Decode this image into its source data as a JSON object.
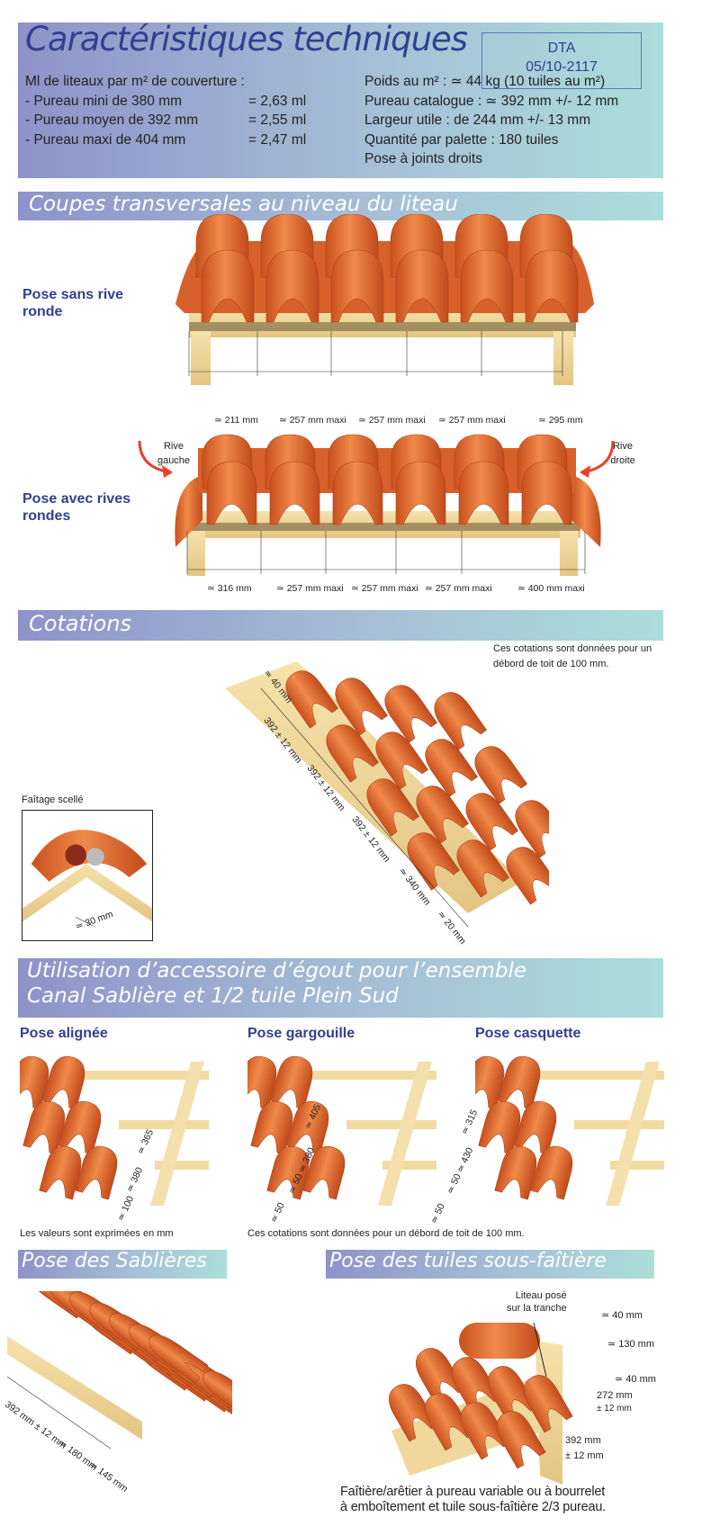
{
  "header": {
    "title": "Caractéristiques techniques",
    "dta_label": "DTA",
    "dta_number": "05/10-2117",
    "liteaux_heading": "Ml de liteaux par m² de couverture :",
    "liteaux": [
      {
        "label": "- Pureau mini de 380 mm",
        "value": "= 2,63 ml"
      },
      {
        "label": "- Pureau moyen de 392 mm",
        "value": "= 2,55 ml"
      },
      {
        "label": "- Pureau maxi de 404 mm",
        "value": "= 2,47 ml"
      }
    ],
    "specs": [
      "Poids au m² : ≃ 44 kg (10 tuiles au m²)",
      "Pureau catalogue : ≃ 392 mm +/- 12 mm",
      "Largeur utile : de 244 mm +/- 13 mm",
      "Quantité par palette : 180 tuiles",
      "Pose à joints droits"
    ]
  },
  "coupes": {
    "title": "Coupes transversales au niveau du liteau",
    "sans_rive": {
      "label": "Pose sans rive ronde",
      "dims": [
        "≃ 211 mm",
        "≃ 257 mm maxi",
        "≃ 257 mm maxi",
        "≃ 257 mm maxi",
        "≃ 295 mm"
      ]
    },
    "avec_rives": {
      "label": "Pose avec rives rondes",
      "rive_gauche": "Rive gauche",
      "rive_droite": "Rive droite",
      "dims": [
        "≃ 316 mm",
        "≃ 257 mm maxi",
        "≃ 257 mm maxi",
        "≃ 257 mm maxi",
        "≃ 400 mm maxi"
      ]
    }
  },
  "cotations": {
    "title": "Cotations",
    "note": "Ces cotations sont données pour un débord de toit de 100 mm.",
    "faitage_label": "Faîtage scellé",
    "faitage_dim": "≃ 30 mm",
    "dims": [
      "≃ 40 mm",
      "392 ± 12 mm",
      "392 ± 12 mm",
      "392 ± 12 mm",
      "≃ 340 mm",
      "≃ 20 mm"
    ]
  },
  "egout": {
    "title_line1": "Utilisation d’accessoire d’égout pour l’ensemble",
    "title_line2": "Canal Sablière  et 1/2 tuile Plein Sud",
    "poses": [
      {
        "label": "Pose alignée",
        "dims": [
          "≃ 365",
          "≃ 380",
          "≃ 100"
        ]
      },
      {
        "label": "Pose gargouille",
        "dims": [
          "≃ 405",
          "≃ 50 ≃ 380",
          "≃ 50"
        ]
      },
      {
        "label": "Pose casquette",
        "dims": [
          "≃ 315",
          "≃ 50 ≃ 430",
          "≃ 50"
        ]
      }
    ],
    "note_units": "Les valeurs sont exprimées en mm",
    "note_debord": "Ces cotations sont données pour un débord de toit de 100 mm."
  },
  "sablieres": {
    "title": "Pose des Sablières",
    "dims": [
      "392 mm ± 12 mm",
      "≃ 180 mm",
      "≃ 145 mm"
    ]
  },
  "sous_faitiere": {
    "title": "Pose des tuiles sous-faîtière",
    "liteau_label_1": "Liteau posé",
    "liteau_label_2": "sur la tranche",
    "dims": [
      "≃ 40 mm",
      "≃ 130 mm",
      "≃ 40 mm",
      "272 mm",
      "± 12 mm",
      "392 mm",
      "± 12 mm"
    ],
    "caption_1": "Faîtière/arêtier à pureau variable ou à bourrelet",
    "caption_2": "à emboîtement et tuile sous-faîtière 2/3 pureau."
  },
  "colors": {
    "title_blue": "#33408f",
    "tile": "#e0662a",
    "wood": "#f3dca0",
    "arrow": "#e8402a"
  }
}
